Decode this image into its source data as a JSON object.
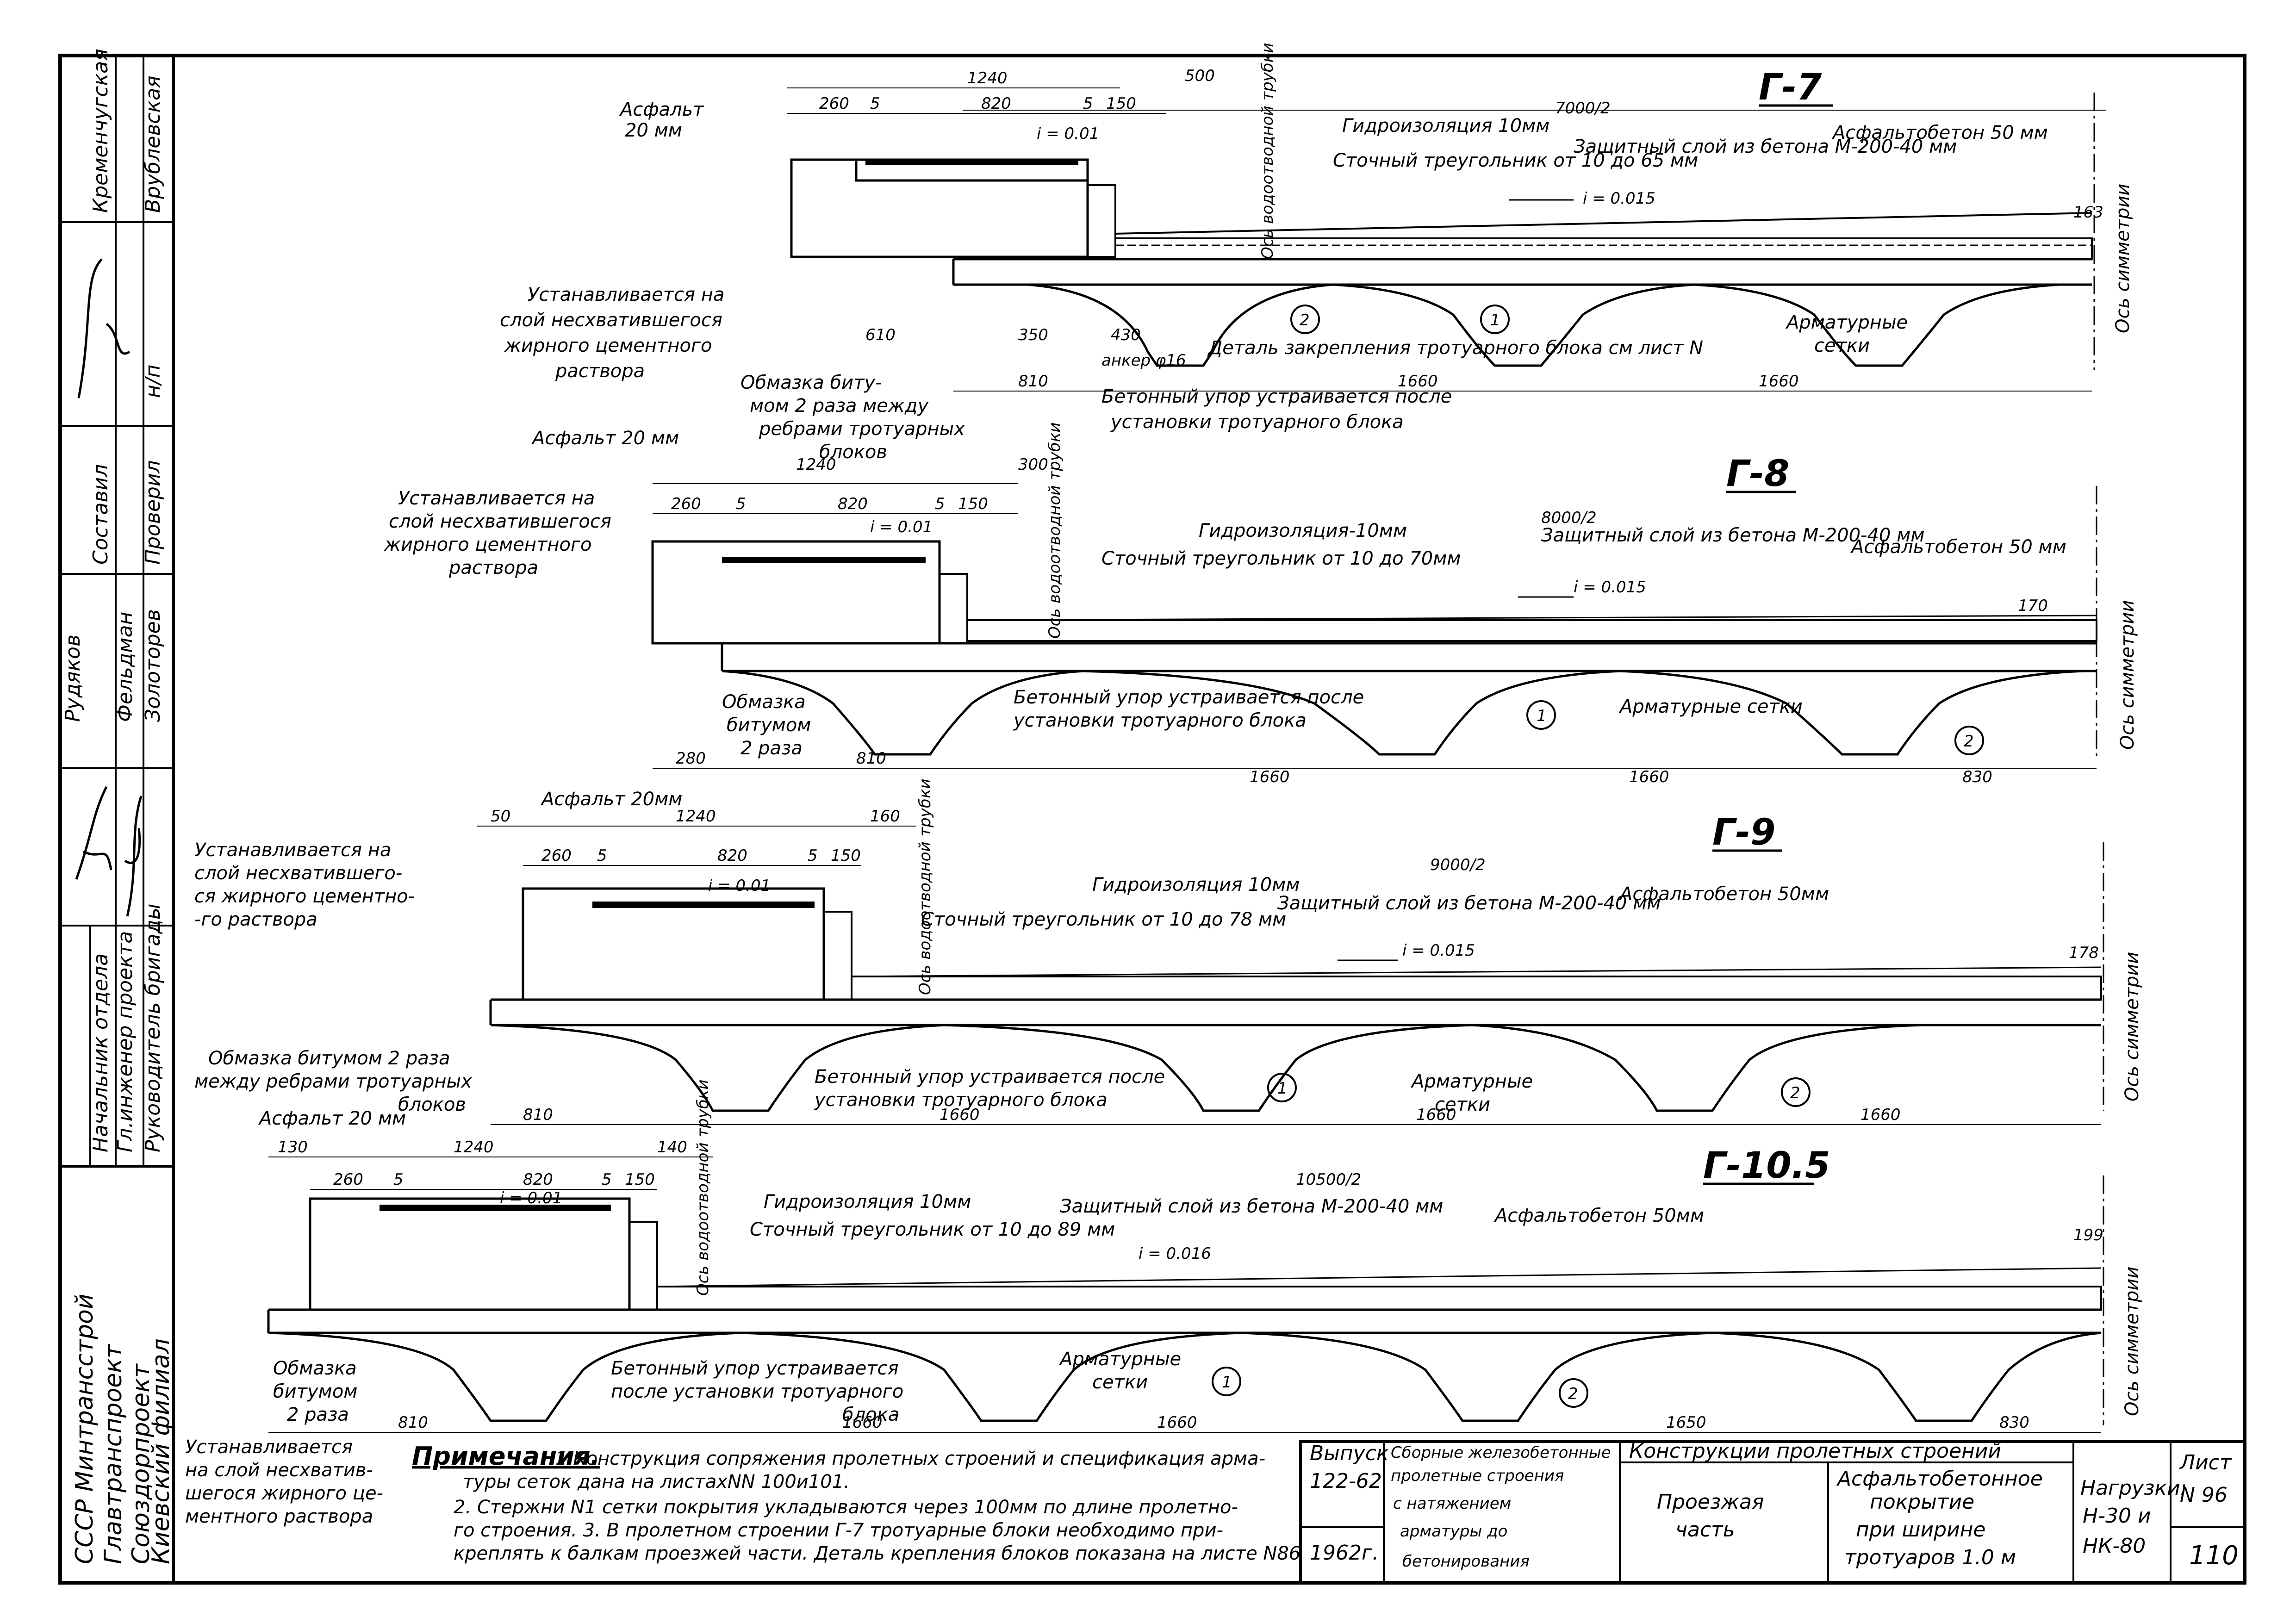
{
  "left_strip": {
    "roles": [
      "Начальник отдела",
      "Гл.инженер проекта",
      "Руководитель бригады"
    ],
    "names_top": [
      "Кременчугская",
      "Врублевская"
    ],
    "roles_mid": [
      "Составил",
      "Проверил"
    ],
    "names_mid": [
      "Рудяков",
      "Фельдман",
      "Золоторев"
    ],
    "np_label": "н/п",
    "org": [
      "СССР Минтрансстрой",
      "Главтранспроект",
      "Союздорпроект",
      "Киевский филиал"
    ]
  },
  "common": {
    "asphalt_20": "Асфальт 20 мм",
    "asphalt_20b": "Асфальт 20мм",
    "asphaltobeton_50": "Асфальтобетон 50мм",
    "gidroizol": "Гидроизоляция 10мм",
    "armat": "Арматурные сетки",
    "os_symm": "Ось симметрии",
    "os_truby": "Ось водоотводной трубки",
    "slope_i": "i = 0.015",
    "slope_top": "i = 0.01",
    "ustanavl": "Устанавливается на слой несхватившегося жирного цементного раствора",
    "obmazka": "Обмазка битумом 2 раза",
    "obmazka_rebr": "Обмазка битумом 2 раза между ребрами тротуарных блоков",
    "upor": "Бетонный упор устраивается после установки тротуарного блока",
    "zasch": "Защитный слой из бетона М-200-40 мм",
    "anker": "анкер φ16",
    "detal": "Деталь закрепления тротуарного блока см лист N"
  },
  "sections": [
    {
      "id": "Г-7",
      "half": "7000/2",
      "stochny": "Сточный треугольник от 10 до 65 мм",
      "dims_top": [
        "1240",
        "260",
        "5",
        "820",
        "5",
        "150",
        "500"
      ],
      "dims_bottom": [
        "610",
        "350",
        "430",
        "810",
        "1660",
        "1660"
      ],
      "asph": "Асфальтобетон 50 мм",
      "side_num": "163"
    },
    {
      "id": "Г-8",
      "half": "8000/2",
      "stochny": "Сточный треугольник от 10 до 70мм",
      "dims_top": [
        "1240",
        "260",
        "5",
        "820",
        "5",
        "150",
        "300"
      ],
      "dims_bottom": [
        "280",
        "810",
        "1660",
        "1660",
        "830"
      ],
      "asph": "Асфальтобетон 50 мм",
      "side_num": "170"
    },
    {
      "id": "Г-9",
      "half": "9000/2",
      "stochny": "Сточный треугольник от 10 до 78 мм",
      "dims_top": [
        "50",
        "1240",
        "160",
        "260",
        "5",
        "820",
        "5",
        "150"
      ],
      "dims_bottom": [
        "810",
        "1660",
        "1660",
        "1660"
      ],
      "asph": "Асфальтобетон 50мм",
      "side_num": "178"
    },
    {
      "id": "Г-10.5",
      "half": "10500/2",
      "stochny": "Сточный треугольник от 10 до 89 мм",
      "dims_top": [
        "130",
        "1240",
        "140",
        "260",
        "5",
        "820",
        "5",
        "150"
      ],
      "dims_bottom": [
        "810",
        "1660",
        "1660",
        "1650",
        "830"
      ],
      "asph": "Асфальтобетон 50мм",
      "side_num": "199",
      "slope": "i = 0.016"
    }
  ],
  "notes": {
    "head": "Примечания.",
    "n1": "1.Конструкция сопряжения пролетных строений и спецификация арматуры сеток дана на листахNN 100и101.",
    "n2": "2. Стержни N1 сетки покрытия укладываются через 100мм по длине пролетного строения.",
    "n3": "3. В пролетном строении Г-7 тротуарные блоки необходимо прикреплять к балкам проезжей части. Деталь крепления блоков показана на листе N86"
  },
  "stamp": {
    "vypusk_label": "Выпуск",
    "vypusk": "122-62",
    "year": "1962г.",
    "series": "Сборные железобетонные пролетные строения с натяжением арматуры до бетонирования",
    "konstr": "Конструкции пролетных строений",
    "part": "Проезжая часть",
    "title": "Асфальтобетонное покрытие при ширине тротуаров 1.0 м",
    "load_label": "Нагрузки:",
    "load": "Н-30 и НК-80",
    "list_label": "Лист",
    "list_no": "N 96",
    "page": "110"
  }
}
